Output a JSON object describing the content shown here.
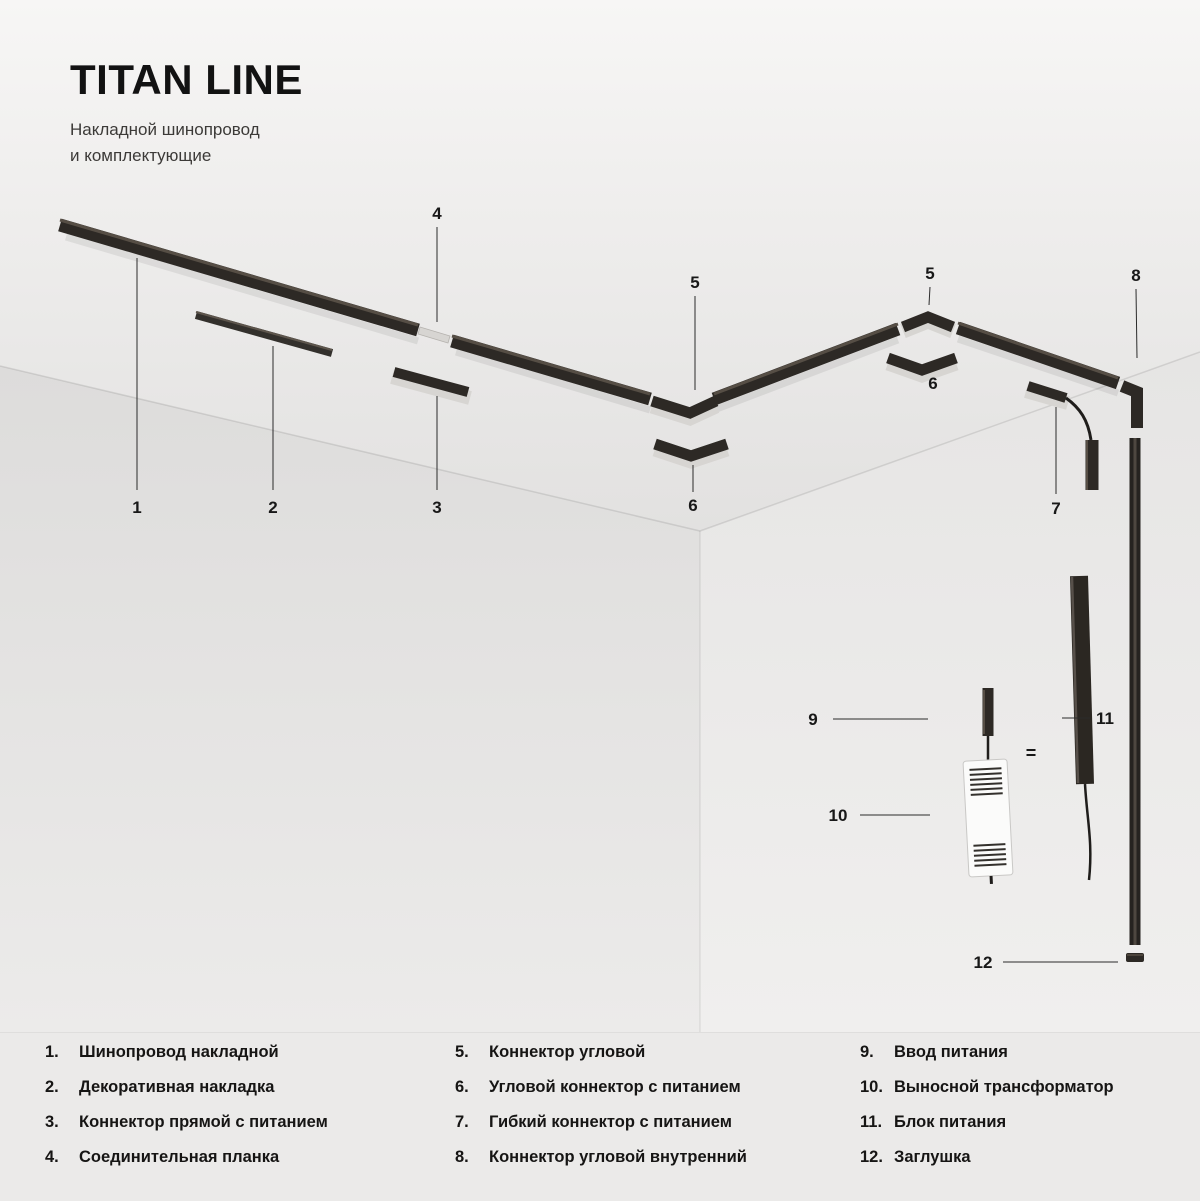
{
  "header": {
    "title": "TITAN LINE",
    "subtitle_line1": "Накладной шинопровод",
    "subtitle_line2": "и комплектующие"
  },
  "scene": {
    "callouts": {
      "k1": "1",
      "k2": "2",
      "k3": "3",
      "k4": "4",
      "k5a": "5",
      "k5b": "5",
      "k6a": "6",
      "k6b": "6",
      "k7": "7",
      "k8": "8",
      "k9": "9",
      "k10": "10",
      "k11": "11",
      "k12": "12",
      "eq": "="
    }
  },
  "colors": {
    "track_dark": "#2d2925",
    "track_highlight": "#564e45",
    "plate_light": "#d7d5d2",
    "background": "#ebeae9",
    "ceiling": "#f5f4f3",
    "wall_left": "#e3e2e1",
    "wall_right": "#ecebea"
  },
  "legend": {
    "columns": [
      {
        "items": [
          {
            "num": "1.",
            "label": "Шинопровод накладной"
          },
          {
            "num": "2.",
            "label": "Декоративная накладка"
          },
          {
            "num": "3.",
            "label": "Коннектор прямой с питанием"
          },
          {
            "num": "4.",
            "label": "Соединительная планка"
          }
        ]
      },
      {
        "items": [
          {
            "num": "5.",
            "label": "Коннектор угловой"
          },
          {
            "num": "6.",
            "label": "Угловой коннектор с питанием"
          },
          {
            "num": "7.",
            "label": "Гибкий коннектор с питанием"
          },
          {
            "num": "8.",
            "label": "Коннектор угловой внутренний"
          }
        ]
      },
      {
        "items": [
          {
            "num": "9.",
            "label": "Ввод питания"
          },
          {
            "num": "10.",
            "label": "Выносной трансформатор"
          },
          {
            "num": "11.",
            "label": "Блок питания"
          },
          {
            "num": "12.",
            "label": "Заглушка"
          }
        ]
      }
    ]
  }
}
